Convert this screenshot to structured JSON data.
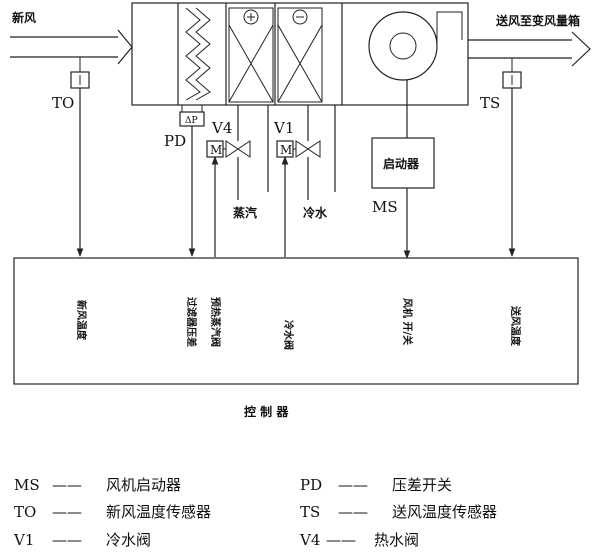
{
  "labels": {
    "fresh_air": "新风",
    "supply_air": "送风至变风量箱",
    "TO": "TO",
    "TS": "TS",
    "PD": "PD",
    "V4": "V4",
    "V1": "V1",
    "M1": "M",
    "M2": "M",
    "starter": "启动器",
    "MS": "MS",
    "steam": "蒸汽",
    "cold_water": "冷水",
    "plus": "⊕",
    "minus": "⊖",
    "controller": "控 制 器",
    "dp_label": "ΔP"
  },
  "controller_inputs": [
    "新风温度",
    "过滤器压差",
    "预热蒸汽阀",
    "冷水阀",
    "风机 开/关",
    "送风温度"
  ],
  "legend": [
    {
      "code": "MS",
      "dash": "——",
      "text": "风机启动器"
    },
    {
      "code": "PD",
      "dash": "——",
      "text": "压差开关"
    },
    {
      "code": "TO",
      "dash": "——",
      "text": "新风温度传感器"
    },
    {
      "code": "TS",
      "dash": "——",
      "text": "送风温度传感器"
    },
    {
      "code": "V1",
      "dash": "——",
      "text": "冷水阀"
    },
    {
      "code": "V4",
      "dash": "——",
      "text": "热水阀"
    }
  ]
}
